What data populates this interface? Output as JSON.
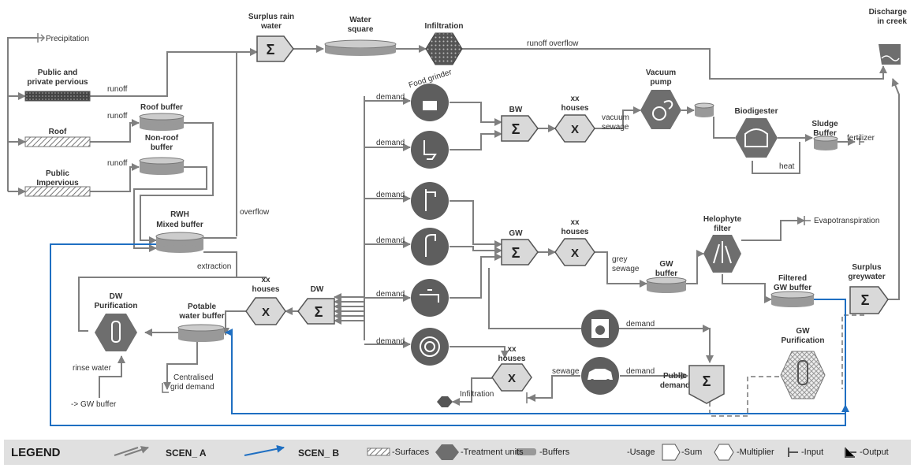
{
  "nodes": {
    "precipitation": "Precipitation",
    "public_private_pervious": [
      "Public and",
      "private pervious"
    ],
    "roof": "Roof",
    "public_impervious": [
      "Public",
      "Impervious"
    ],
    "roof_buffer": "Roof buffer",
    "non_roof_buffer": [
      "Non-roof",
      "buffer"
    ],
    "rwh_mixed_buffer": [
      "RWH",
      "Mixed buffer"
    ],
    "surplus_rain_water": [
      "Surplus rain",
      "water"
    ],
    "water_square": [
      "Water",
      "square"
    ],
    "infiltration_top": "Infiltration",
    "discharge": [
      "Discharge",
      "in creek"
    ],
    "food_grinder": "Food grinder",
    "bw": "BW",
    "xx_houses_bw": [
      "xx",
      "houses"
    ],
    "vacuum_pump": [
      "Vacuum",
      "pump"
    ],
    "biodigester": "Biodigester",
    "sludge_buffer": [
      "Sludge",
      "Buffer"
    ],
    "gw": "GW",
    "xx_houses_gw": [
      "xx",
      "houses"
    ],
    "gw_buffer": [
      "GW",
      "buffer"
    ],
    "helophyte_filter": [
      "Helophyte",
      "filter"
    ],
    "evapotranspiration": "Evapotranspiration",
    "filtered_gw_buffer": [
      "Filtered",
      "GW buffer"
    ],
    "surplus_greywater": [
      "Surplus",
      "greywater"
    ],
    "gw_purification": [
      "GW",
      "Purification"
    ],
    "dw": "DW",
    "xx_houses_dw": [
      "xx",
      "houses"
    ],
    "potable_water_buffer": [
      "Potable",
      "water buffer"
    ],
    "dw_purification": [
      "DW",
      "Purification"
    ],
    "centralised_grid_demand": [
      "Centralised",
      "grid demand"
    ],
    "rinse_water": "rinse water",
    "to_gw_buffer": "-> GW buffer",
    "xx_houses_public": [
      "xx",
      "houses"
    ],
    "infiltration_bottom": "Infiltration",
    "public_demand": [
      "Public",
      "demand"
    ]
  },
  "edges": {
    "runoff": "runoff",
    "runoff_overflow": "runoff overflow",
    "overflow": "overflow",
    "extraction": "extraction",
    "demand": "demand",
    "vacuum_sewage": [
      "vacuum",
      "sewage"
    ],
    "grey_sewage": [
      "grey",
      "sewage"
    ],
    "fertilizer": "fertilizer",
    "heat": "heat",
    "sewage": "sewage"
  },
  "symbols": {
    "sum": "Σ",
    "multiply": "X"
  },
  "legend": {
    "title": "LEGEND",
    "scen_a": "SCEN_ A",
    "scen_b": "SCEN_ B",
    "surfaces": "-Surfaces",
    "treatment_units": "-Treatment units",
    "buffers": "-Buffers",
    "usage": "-Usage",
    "sum": "-Sum",
    "multiplier": "-Multiplier",
    "input": "-Input",
    "output": "-Output"
  },
  "colors": {
    "line": "#7f7f7f",
    "scen_b": "#1f6fc2",
    "hex": "#6e6e6e",
    "circle": "#5e5e5e",
    "box": "#d9d9d9"
  }
}
